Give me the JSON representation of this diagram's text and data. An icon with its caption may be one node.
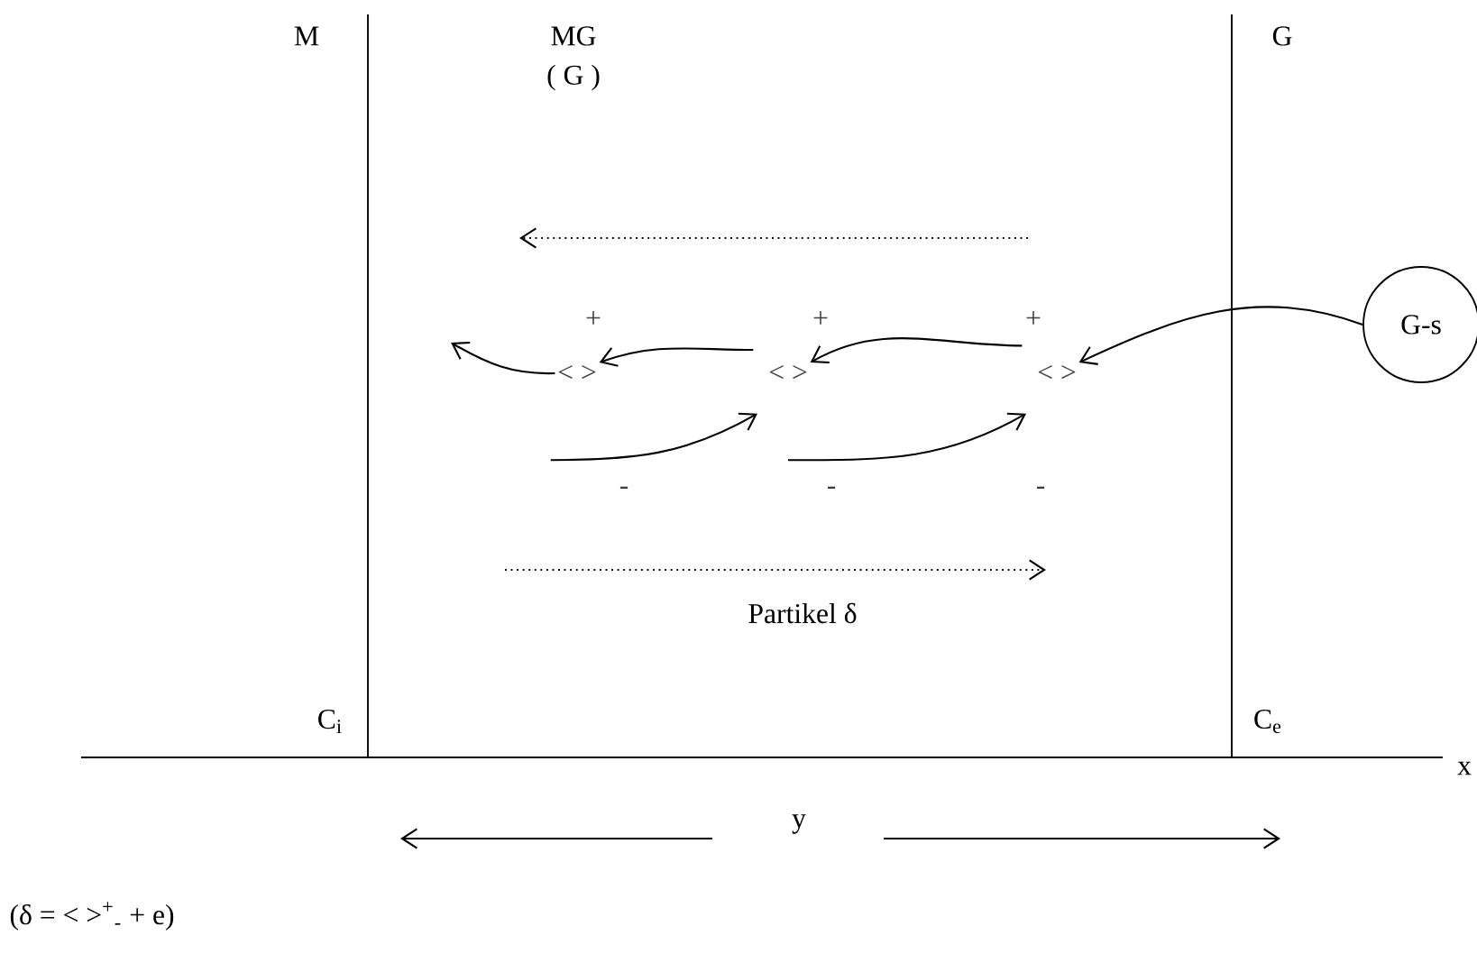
{
  "diagram": {
    "nodes": [
      {
        "text": [
          "G-s"
        ]
      },
      {
        "text": [
          "< >"
        ],
        "beside": [
          "+",
          "-"
        ]
      },
      {
        "text": [
          "< >"
        ],
        "beside": [
          "+",
          "-"
        ]
      },
      {
        "text": [
          "< >"
        ],
        "beside": [
          "+",
          "-"
        ]
      }
    ],
    "edges": [
      {
        "from": 0,
        "to": 3,
        "arrow": "to"
      },
      {
        "from": 3,
        "to": 2,
        "arrow": "to"
      },
      {
        "from": 2,
        "to": 1,
        "arrow": "to"
      },
      {
        "from": 1,
        "to": null,
        "arrow": "to"
      },
      {
        "from": 1,
        "to": 2,
        "arrow": "to"
      },
      {
        "from": 2,
        "to": 3,
        "arrow": "to"
      }
    ],
    "labels": [
      "M",
      "MG",
      "( G )",
      "G",
      "Partikel δ",
      "C$_{i}$",
      "C$_{e}$",
      "x",
      "y",
      "(δ = < >$^{+}$$_{-}$ + e)"
    ]
  }
}
